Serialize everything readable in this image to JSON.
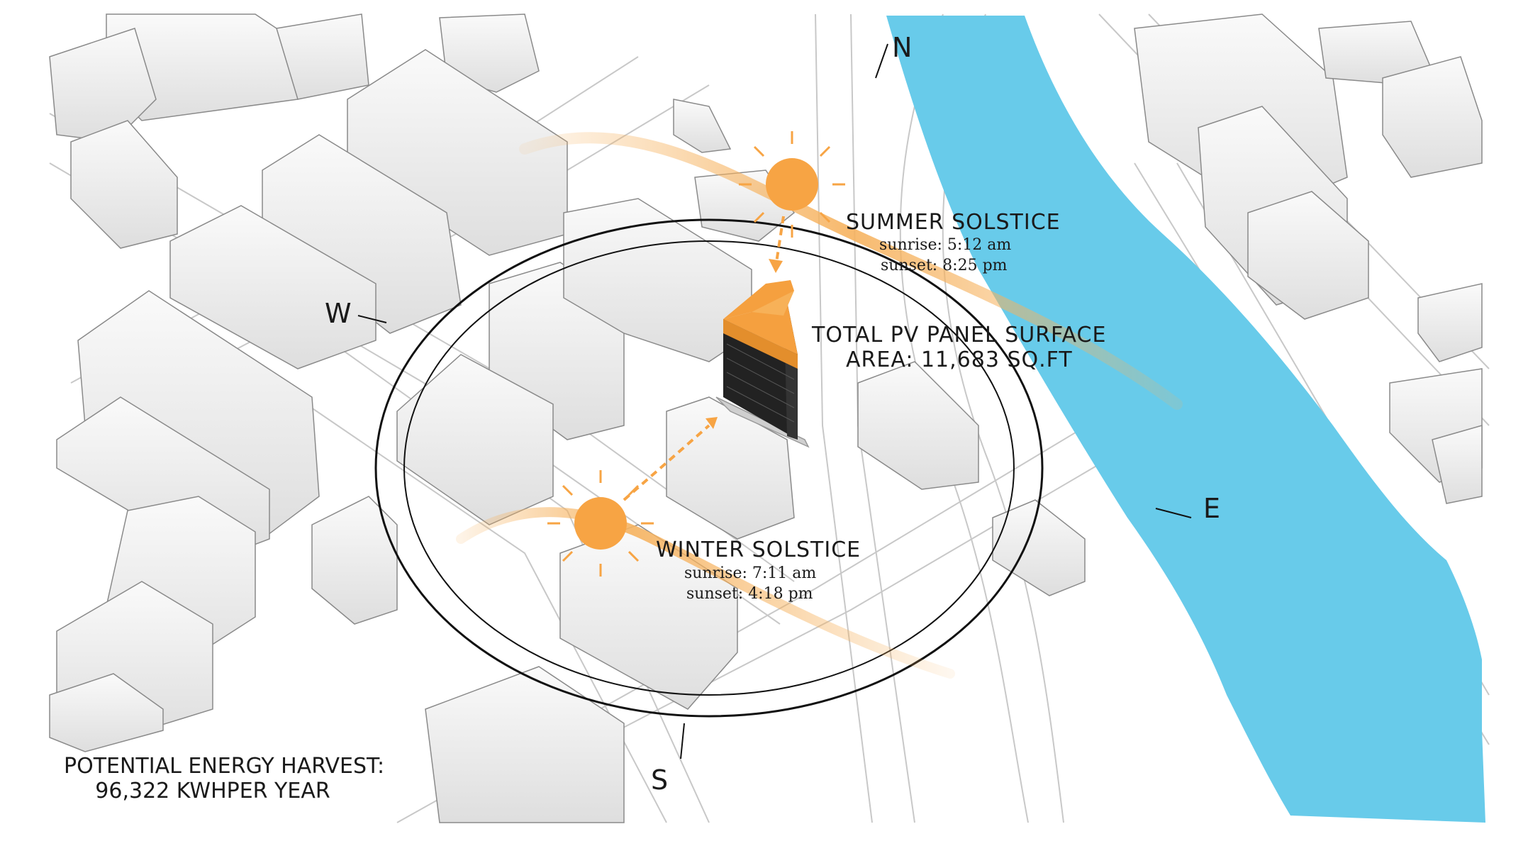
{
  "colors": {
    "river": "#68cbea",
    "sun": "#f7a444",
    "sun_path": "#f6b25e",
    "tower": "#f5a03f",
    "ring": "#111111",
    "building": "#efefef",
    "building_shade": "#d6d6d6",
    "street_line": "#bfbfbf"
  },
  "compass": {
    "north": "N",
    "south": "S",
    "east": "E",
    "west": "W"
  },
  "summer": {
    "title": "SUMMER SOLSTICE",
    "sunrise": "sunrise: 5:12 am",
    "sunset": "sunset: 8:25 pm"
  },
  "winter": {
    "title": "WINTER SOLSTICE",
    "sunrise": "sunrise: 7:11 am",
    "sunset": "sunset: 4:18 pm"
  },
  "pv": {
    "line1": "TOTAL PV PANEL SURFACE",
    "line2": "AREA: 11,683 SQ.FT"
  },
  "harvest": {
    "line1": "POTENTIAL ENERGY HARVEST:",
    "line2": "96,322 KWHPER YEAR"
  }
}
